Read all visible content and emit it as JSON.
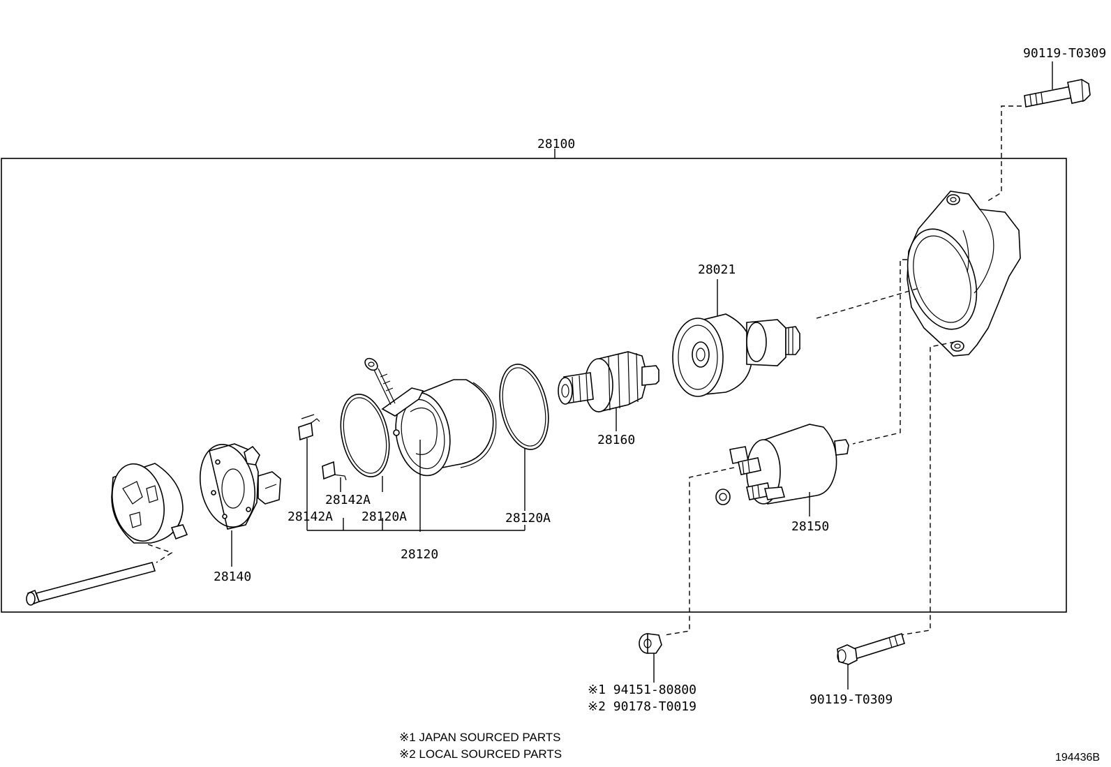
{
  "labels": {
    "assembly": "28100",
    "bolt_top": "90119-T0309",
    "bolt_bottom": "90119-T0309",
    "drive": "28021",
    "armature": "28160",
    "solenoid": "28150",
    "brush_holder": "28140",
    "yoke": "28120",
    "brush_a1": "28142A",
    "brush_a2": "28142A",
    "oring_a1": "28120A",
    "oring_a2": "28120A",
    "nut_line1": "※1 94151-80800",
    "nut_line2": "※2 90178-T0019"
  },
  "notes": {
    "note1": "※1 JAPAN SOURCED PARTS",
    "note2": "※2 LOCAL SOURCED PARTS"
  },
  "figure_id": "194436B"
}
